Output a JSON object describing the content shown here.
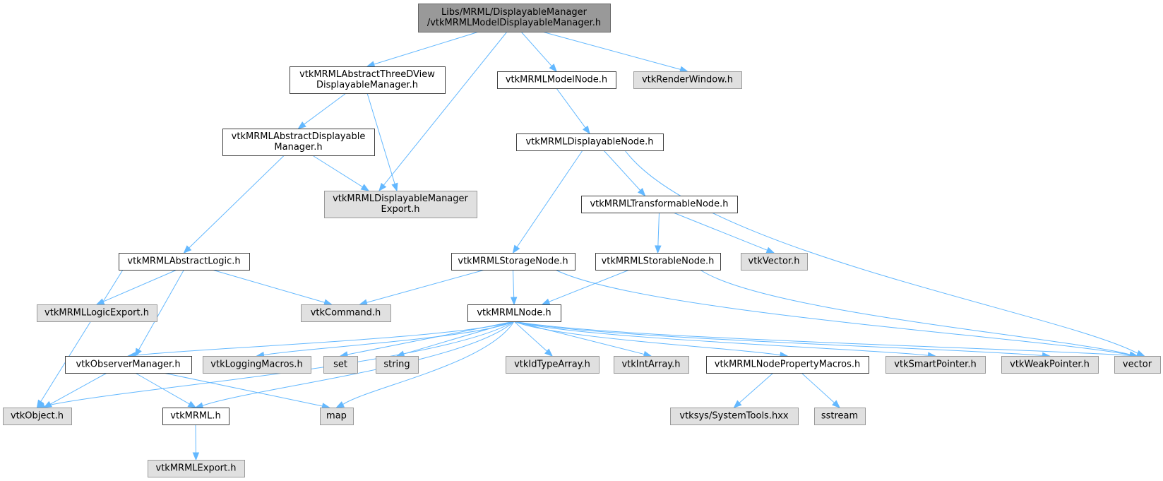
{
  "graph": {
    "colors": {
      "edge": "#63b8ff",
      "root_fill": "#999999",
      "system_fill": "#e0e0e0",
      "local_fill": "#ffffff"
    },
    "nodes": [
      {
        "id": "root",
        "kind": "root",
        "lines": [
          "Libs/MRML/DisplayableManager",
          "/vtkMRMLModelDisplayableManager.h"
        ]
      },
      {
        "id": "abs3d",
        "kind": "local",
        "lines": [
          "vtkMRMLAbstractThreeDView",
          "DisplayableManager.h"
        ]
      },
      {
        "id": "modelnode",
        "kind": "local",
        "lines": [
          "vtkMRMLModelNode.h"
        ]
      },
      {
        "id": "renderwin",
        "kind": "sys",
        "lines": [
          "vtkRenderWindow.h"
        ]
      },
      {
        "id": "absdm",
        "kind": "local",
        "lines": [
          "vtkMRMLAbstractDisplayable",
          "Manager.h"
        ]
      },
      {
        "id": "dmexport",
        "kind": "sys",
        "lines": [
          "vtkMRMLDisplayableManager",
          "Export.h"
        ]
      },
      {
        "id": "dispnode",
        "kind": "local",
        "lines": [
          "vtkMRMLDisplayableNode.h"
        ]
      },
      {
        "id": "transnode",
        "kind": "local",
        "lines": [
          "vtkMRMLTransformableNode.h"
        ]
      },
      {
        "id": "abslogic",
        "kind": "local",
        "lines": [
          "vtkMRMLAbstractLogic.h"
        ]
      },
      {
        "id": "storagenode",
        "kind": "local",
        "lines": [
          "vtkMRMLStorageNode.h"
        ]
      },
      {
        "id": "storablenode",
        "kind": "local",
        "lines": [
          "vtkMRMLStorableNode.h"
        ]
      },
      {
        "id": "vtkvector",
        "kind": "sys",
        "lines": [
          "vtkVector.h"
        ]
      },
      {
        "id": "logicexport",
        "kind": "sys",
        "lines": [
          "vtkMRMLLogicExport.h"
        ]
      },
      {
        "id": "vtkcommand",
        "kind": "sys",
        "lines": [
          "vtkCommand.h"
        ]
      },
      {
        "id": "mrmlnode",
        "kind": "local",
        "lines": [
          "vtkMRMLNode.h"
        ]
      },
      {
        "id": "obsmgr",
        "kind": "local",
        "lines": [
          "vtkObserverManager.h"
        ]
      },
      {
        "id": "logmacros",
        "kind": "sys",
        "lines": [
          "vtkLoggingMacros.h"
        ]
      },
      {
        "id": "set",
        "kind": "sys",
        "lines": [
          "set"
        ]
      },
      {
        "id": "string",
        "kind": "sys",
        "lines": [
          "string"
        ]
      },
      {
        "id": "idtype",
        "kind": "sys",
        "lines": [
          "vtkIdTypeArray.h"
        ]
      },
      {
        "id": "intarray",
        "kind": "sys",
        "lines": [
          "vtkIntArray.h"
        ]
      },
      {
        "id": "propmacros",
        "kind": "local",
        "lines": [
          "vtkMRMLNodePropertyMacros.h"
        ]
      },
      {
        "id": "smartptr",
        "kind": "sys",
        "lines": [
          "vtkSmartPointer.h"
        ]
      },
      {
        "id": "weakptr",
        "kind": "sys",
        "lines": [
          "vtkWeakPointer.h"
        ]
      },
      {
        "id": "vector",
        "kind": "sys",
        "lines": [
          "vector"
        ]
      },
      {
        "id": "vtkobject",
        "kind": "sys",
        "lines": [
          "vtkObject.h"
        ]
      },
      {
        "id": "vtkmrml",
        "kind": "local",
        "lines": [
          "vtkMRML.h"
        ]
      },
      {
        "id": "map",
        "kind": "sys",
        "lines": [
          "map"
        ]
      },
      {
        "id": "systools",
        "kind": "sys",
        "lines": [
          "vtksys/SystemTools.hxx"
        ]
      },
      {
        "id": "sstream",
        "kind": "sys",
        "lines": [
          "sstream"
        ]
      },
      {
        "id": "mrmlexport",
        "kind": "sys",
        "lines": [
          "vtkMRMLExport.h"
        ]
      }
    ],
    "edges": [
      [
        "root",
        "abs3d"
      ],
      [
        "root",
        "dmexport"
      ],
      [
        "root",
        "modelnode"
      ],
      [
        "root",
        "renderwin"
      ],
      [
        "abs3d",
        "absdm"
      ],
      [
        "abs3d",
        "dmexport"
      ],
      [
        "absdm",
        "dmexport"
      ],
      [
        "absdm",
        "abslogic"
      ],
      [
        "modelnode",
        "dispnode"
      ],
      [
        "dispnode",
        "storagenode"
      ],
      [
        "dispnode",
        "transnode"
      ],
      [
        "dispnode",
        "vector"
      ],
      [
        "transnode",
        "storablenode"
      ],
      [
        "transnode",
        "vtkvector"
      ],
      [
        "abslogic",
        "vtkobject"
      ],
      [
        "abslogic",
        "logicexport"
      ],
      [
        "abslogic",
        "obsmgr"
      ],
      [
        "abslogic",
        "vtkcommand"
      ],
      [
        "storagenode",
        "vtkcommand"
      ],
      [
        "storagenode",
        "mrmlnode"
      ],
      [
        "storagenode",
        "vector"
      ],
      [
        "storablenode",
        "mrmlnode"
      ],
      [
        "storablenode",
        "vector"
      ],
      [
        "mrmlnode",
        "vtkobject"
      ],
      [
        "mrmlnode",
        "obsmgr"
      ],
      [
        "mrmlnode",
        "logmacros"
      ],
      [
        "mrmlnode",
        "set"
      ],
      [
        "mrmlnode",
        "string"
      ],
      [
        "mrmlnode",
        "vtkmrml"
      ],
      [
        "mrmlnode",
        "map"
      ],
      [
        "mrmlnode",
        "idtype"
      ],
      [
        "mrmlnode",
        "intarray"
      ],
      [
        "mrmlnode",
        "propmacros"
      ],
      [
        "mrmlnode",
        "smartptr"
      ],
      [
        "mrmlnode",
        "weakptr"
      ],
      [
        "mrmlnode",
        "vector"
      ],
      [
        "obsmgr",
        "vtkobject"
      ],
      [
        "obsmgr",
        "vtkmrml"
      ],
      [
        "obsmgr",
        "map"
      ],
      [
        "vtkmrml",
        "mrmlexport"
      ],
      [
        "propmacros",
        "systools"
      ],
      [
        "propmacros",
        "sstream"
      ]
    ]
  }
}
